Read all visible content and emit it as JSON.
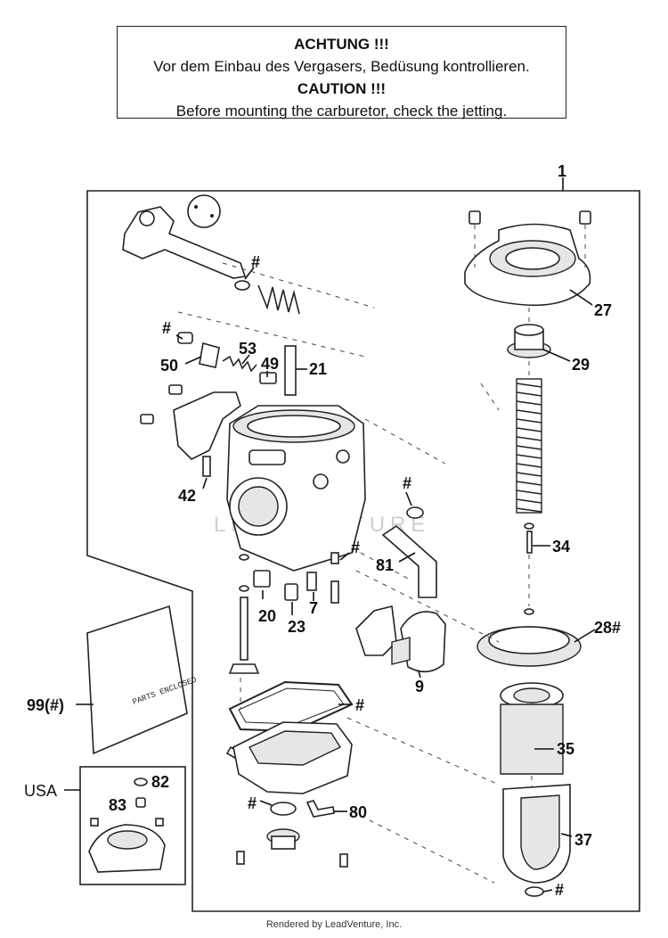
{
  "warning": {
    "line1": "ACHTUNG !!!",
    "line2": "Vor dem Einbau des Vergasers, Bedüsung kontrollieren.",
    "line3": "CAUTION !!!",
    "line4": "Before mounting the carburetor, check the jetting."
  },
  "callouts": {
    "c1": "1",
    "c27": "27",
    "c29": "29",
    "c34": "34",
    "c28": "28#",
    "c35": "35",
    "c37": "37",
    "c_hash_bottom": "#",
    "c21": "21",
    "c49": "49",
    "c53": "53",
    "c50": "50",
    "c_hash_50": "#",
    "c_hash_top": "#",
    "c42": "42",
    "c81": "81",
    "c_hash_81": "#",
    "c_hash_7": "#",
    "c7": "7",
    "c20": "20",
    "c23": "23",
    "c9": "9",
    "c_hash_bowl": "#",
    "c99": "99(#)",
    "c82": "82",
    "c83": "83",
    "c_hash_80": "#",
    "c80": "80",
    "usa": "USA"
  },
  "bag_text": "PARTS ENCLOSED",
  "watermark": "LEADVENTURE",
  "footer": "Rendered by LeadVenture, Inc."
}
